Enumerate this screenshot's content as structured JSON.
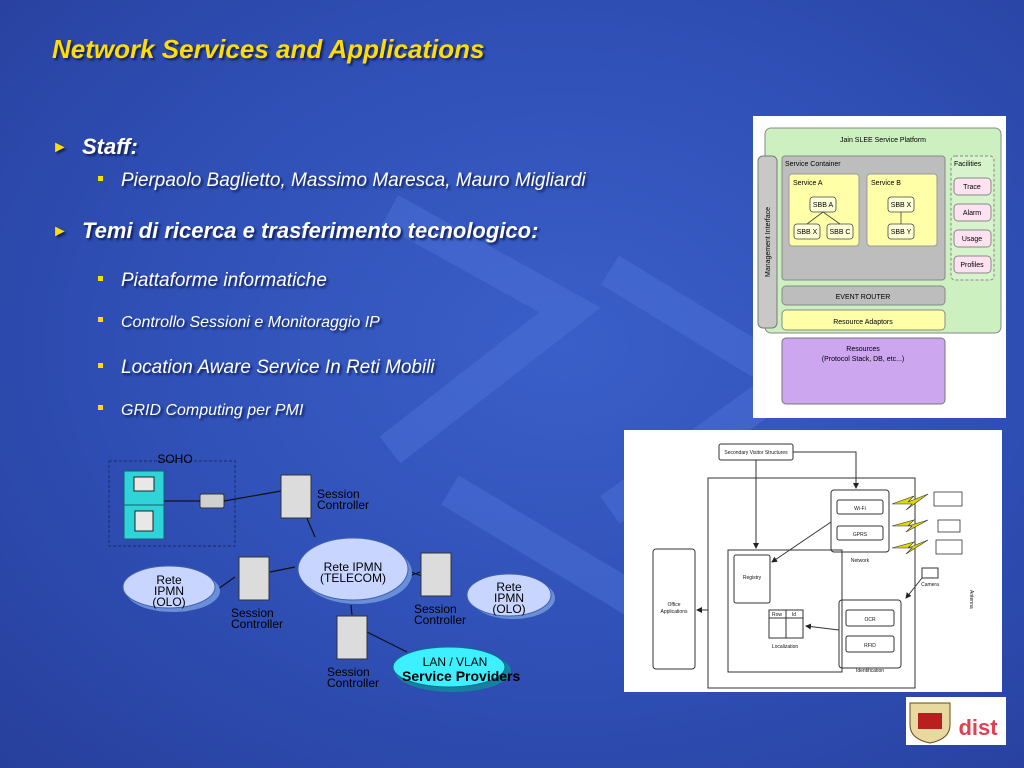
{
  "slide": {
    "title": "Network Services and Applications",
    "bullets": {
      "staff_label": "Staff:",
      "staff_names": "Pierpaolo Baglietto, Massimo Maresca, Mauro Migliardi",
      "research_label": "Temi di ricerca e trasferimento tecnologico:",
      "topic_1": "Piattaforme informatiche",
      "topic_2": "Controllo Sessioni e Monitoraggio IP",
      "topic_3": "Location Aware Service In Reti Mobili",
      "topic_4": "GRID Computing per PMI"
    }
  },
  "jain": {
    "platform": "Jain SLEE Service Platform",
    "mgmt": "Management Interface",
    "container": "Service Container",
    "service_a": "Service A",
    "service_b": "Service B",
    "sbb_a": "SBB A",
    "sbb_x": "SBB X",
    "sbb_c": "SBB C",
    "sbb_y": "SBB Y",
    "facilities": "Facilities",
    "trace": "Trace",
    "alarm": "Alarm",
    "usage": "Usage",
    "profiles": "Profiles",
    "event_router": "EVENT ROUTER",
    "adaptors": "Resource Adaptors",
    "resources": "Resources",
    "resources_sub": "(Protocol Stack, DB, etc...)"
  },
  "network": {
    "soho": "SOHO",
    "session_controller_l1": "Session",
    "session_controller_l2": "Controller",
    "rete": "Rete",
    "ipmn": "IPMN",
    "olo": "(OLO)",
    "rete_ipmn": "Rete IPMN",
    "telecom": "(TELECOM)",
    "lan_vlan": "LAN / VLAN",
    "service_providers": "Service Providers"
  },
  "location": {
    "secondary": "Secondary Visitor Structures",
    "wifi": "Wi-Fi",
    "gprs": "GPRS",
    "network": "Network",
    "office_l1": "Office",
    "office_l2": "Applications",
    "registry": "Registry",
    "row_a": "Row",
    "row_b": "Id",
    "localization": "Localization",
    "ocr": "OCR",
    "rfid": "RFID",
    "identification": "Identification",
    "camera": "Camera",
    "antenna": "Antenna"
  },
  "logo": {
    "text": "dist"
  }
}
